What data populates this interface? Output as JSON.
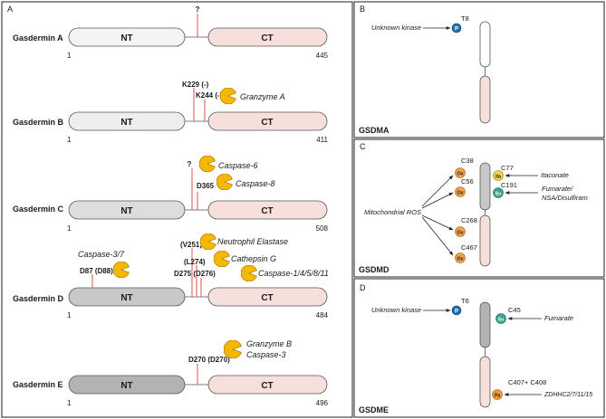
{
  "panel_a": {
    "label": "A",
    "end_start": "1",
    "gsdma": {
      "name": "Gasdermin A",
      "nt": "NT",
      "ct": "CT",
      "end": "445",
      "site": "?"
    },
    "gsdmb": {
      "name": "Gasdermin B",
      "nt": "NT",
      "ct": "CT",
      "end": "411",
      "site1": "K229 (-)",
      "site2": "K244 (-)",
      "protease": "Granzyme A"
    },
    "gsdmc": {
      "name": "Gasdermin C",
      "nt": "NT",
      "ct": "CT",
      "end": "508",
      "site1": "?",
      "site2": "D365",
      "protease1": "Caspase-6",
      "protease2": "Caspase-8"
    },
    "gsdmd": {
      "name": "Gasdermin D",
      "nt": "NT",
      "ct": "CT",
      "end": "484",
      "nt_protease": "Caspase-3/7",
      "nt_site": "D87 (D88)",
      "site1": "(V251)",
      "site2": "(L274)",
      "site3": "D275 (D276)",
      "protease1": "Neutrophil Elastase",
      "protease2": "Cathepsin G",
      "protease3": "Caspase-1/4/5/8/11"
    },
    "gsdme": {
      "name": "Gasdermin E",
      "nt": "NT",
      "ct": "CT",
      "end": "496",
      "site": "D270 (D270)",
      "protease1": "Granzyme B",
      "protease2": "Caspase-3"
    }
  },
  "panel_b": {
    "label": "B",
    "title": "GSDMA",
    "kinase": "Unknown kinase",
    "site": "T8",
    "mod": "P"
  },
  "panel_c": {
    "label": "C",
    "title": "GSDMD",
    "ros": "Mitochondrial ROS",
    "ox": "Ox",
    "ita": "Ita",
    "su": "Su",
    "c38": "C38",
    "c56": "C56",
    "c268": "C268",
    "c467": "C467",
    "c77": "C77",
    "c191": "C191",
    "itaconate": "Itaconate",
    "fumarate_line1": "Fumarate/",
    "fumarate_line2": "NSA/Disulfiram"
  },
  "panel_d": {
    "label": "D",
    "title": "GSDME",
    "kinase": "Unknown kinase",
    "site_t6": "T6",
    "mod_p": "P",
    "site_c45": "C45",
    "mod_su": "Su",
    "fumarate": "Fumarate",
    "site_c407": "C407+ C408",
    "mod_pa": "Pa",
    "enzymes": "ZDHHC2/7/11/15"
  },
  "colors": {
    "ct_fill": "#f7e0dc",
    "line_red": "#d9534f",
    "protease": "#f5b800",
    "gsdma_nt": "#f4f4f4",
    "gsdmb_nt": "#eeeeee",
    "gsdmc_nt": "#dddddd",
    "gsdmd_nt": "#c8c8c8",
    "gsdme_nt": "#b3b3b3",
    "p_blue": "#1f6fb0",
    "ox_orange": "#f0a248",
    "su_teal": "#3aa58e",
    "ita_yellow": "#f2d24a",
    "pa_orange": "#eb9a2f"
  }
}
